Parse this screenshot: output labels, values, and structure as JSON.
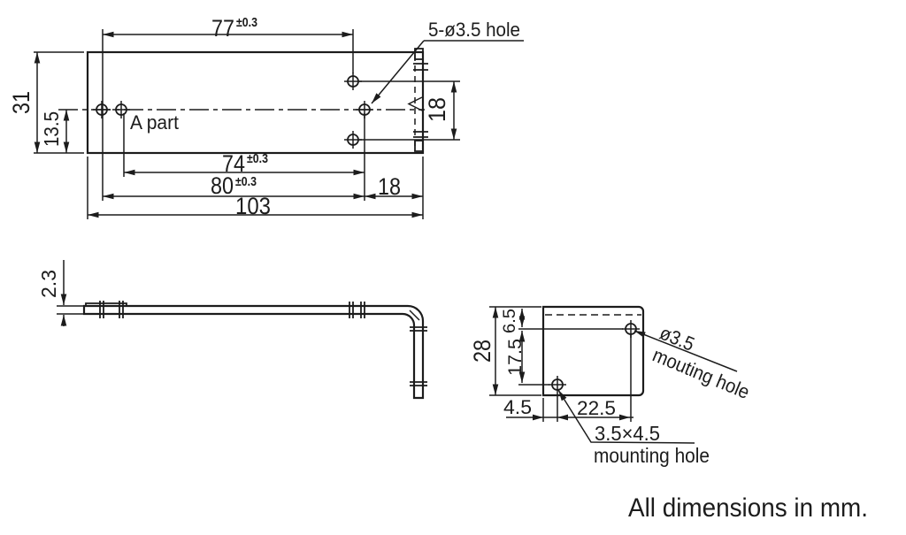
{
  "colors": {
    "ink": "#1c1c1c",
    "background": "#ffffff"
  },
  "top_view": {
    "hole_label": "5-ø3.5 hole",
    "a_part_label": "A part",
    "dims": {
      "width_77": "77",
      "width_77_tol": "±0.3",
      "height_31": "31",
      "height_13_5": "13.5",
      "spacing_18_right": "18",
      "width_74": "74",
      "width_74_tol": "±0.3",
      "width_80": "80",
      "width_80_tol": "±0.3",
      "offset_18_bottom": "18",
      "width_103": "103"
    }
  },
  "side_view": {
    "dims": {
      "thickness_2_3": "2.3"
    }
  },
  "end_view": {
    "round_hole_label_1": "ø3.5",
    "round_hole_label_2": "mouting hole",
    "slot_hole_label_1": "3.5×4.5",
    "slot_hole_label_2": "mounting hole",
    "dims": {
      "height_28": "28",
      "offset_6_5": "6.5",
      "spacing_17_5": "17.5",
      "offset_4_5": "4.5",
      "spacing_22_5": "22.5"
    }
  },
  "footer": {
    "note": "All dimensions in mm."
  }
}
